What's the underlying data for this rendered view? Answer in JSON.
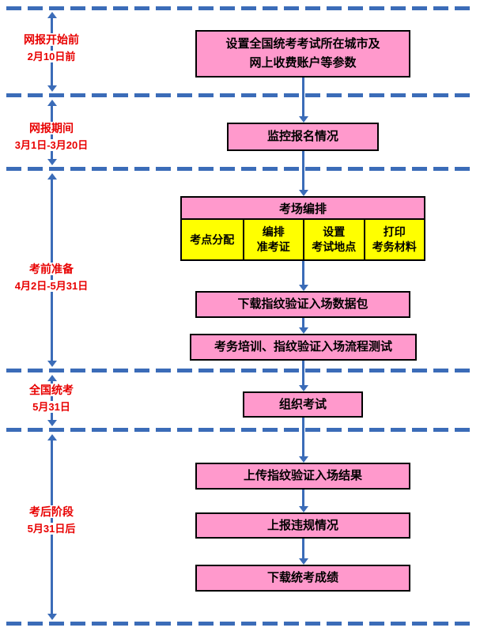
{
  "colors": {
    "line_blue": "#3b6cb8",
    "box_pink": "#ff99cc",
    "cell_yellow": "#ffff00",
    "phase_red": "#e80000",
    "border_black": "#000000",
    "background": "#ffffff"
  },
  "phases": [
    {
      "title": "网报开始前",
      "date": "2月10日前"
    },
    {
      "title": "网报期间",
      "date": "3月1日-3月20日"
    },
    {
      "title": "考前准备",
      "date": "4月2日-5月31日"
    },
    {
      "title": "全国统考",
      "date": "5月31日"
    },
    {
      "title": "考后阶段",
      "date": "5月31日后"
    }
  ],
  "boxes": {
    "setup": {
      "line1": "设置全国统考考试所在城市及",
      "line2": "网上收费账户等参数"
    },
    "monitor": {
      "label": "监控报名情况"
    },
    "arrange_group": {
      "header": "考场编排",
      "cells": [
        {
          "line1": "考点分配"
        },
        {
          "line1": "编排",
          "line2": "准考证"
        },
        {
          "line1": "设置",
          "line2": "考试地点"
        },
        {
          "line1": "打印",
          "line2": "考务材料"
        }
      ]
    },
    "download_package": {
      "label": "下载指纹验证入场数据包"
    },
    "training_test": {
      "label": "考务培训、指纹验证入场流程测试"
    },
    "organize_exam": {
      "label": "组织考试"
    },
    "upload_result": {
      "label": "上传指纹验证入场结果"
    },
    "report_violation": {
      "label": "上报违规情况"
    },
    "download_score": {
      "label": "下载统考成绩"
    }
  }
}
